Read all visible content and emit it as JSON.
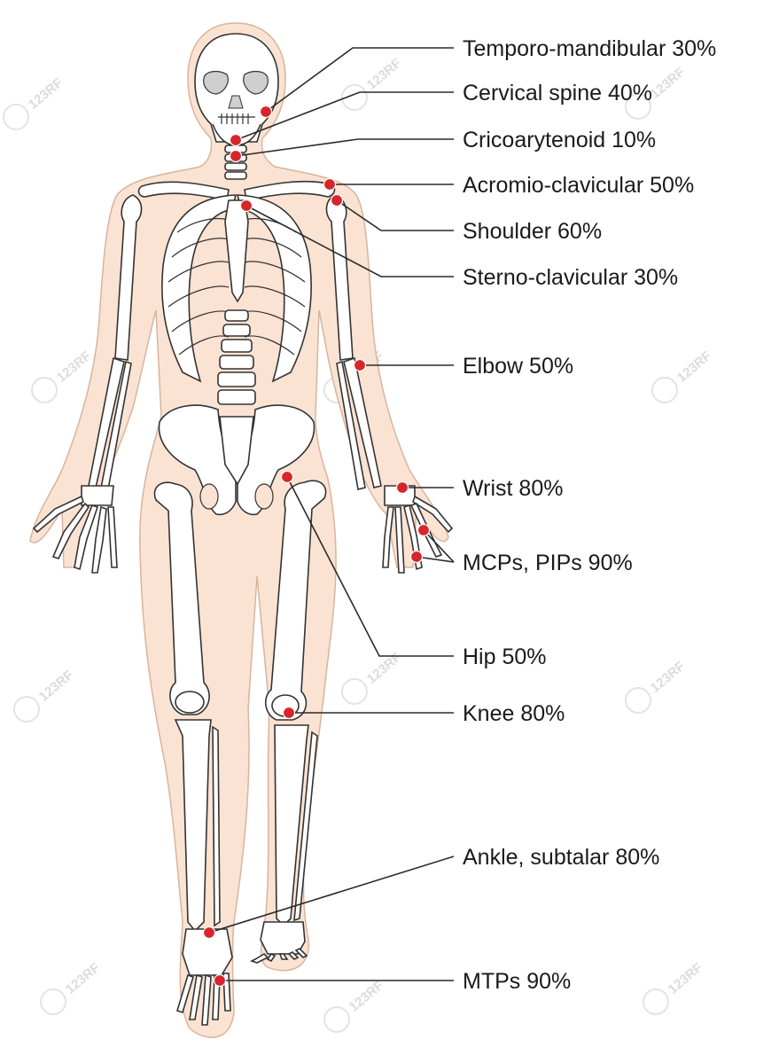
{
  "watermark": {
    "text": "123RF",
    "logo_icon": "camera-watermark-icon"
  },
  "colors": {
    "skin": "#fbe3d3",
    "joint_marker": "#d7262b",
    "bone": "#ffffff",
    "outline": "#333333"
  },
  "labels": [
    {
      "id": "temporo-mandibular",
      "text": "Temporo-mandibular 30%"
    },
    {
      "id": "cervical-spine",
      "text": "Cervical spine 40%"
    },
    {
      "id": "cricoarytenoid",
      "text": "Cricoarytenoid 10%"
    },
    {
      "id": "acromio-clavicular",
      "text": "Acromio-clavicular 50%"
    },
    {
      "id": "shoulder",
      "text": "Shoulder 60%"
    },
    {
      "id": "sterno-clavicular",
      "text": "Sterno-clavicular 30%"
    },
    {
      "id": "elbow",
      "text": "Elbow 50%"
    },
    {
      "id": "wrist",
      "text": "Wrist 80%"
    },
    {
      "id": "mcps-pips",
      "text": "MCPs, PIPs 90%"
    },
    {
      "id": "hip",
      "text": "Hip 50%"
    },
    {
      "id": "knee",
      "text": "Knee 80%"
    },
    {
      "id": "ankle-subtalar",
      "text": "Ankle, subtalar 80%"
    },
    {
      "id": "mtps",
      "text": "MTPs 90%"
    }
  ]
}
